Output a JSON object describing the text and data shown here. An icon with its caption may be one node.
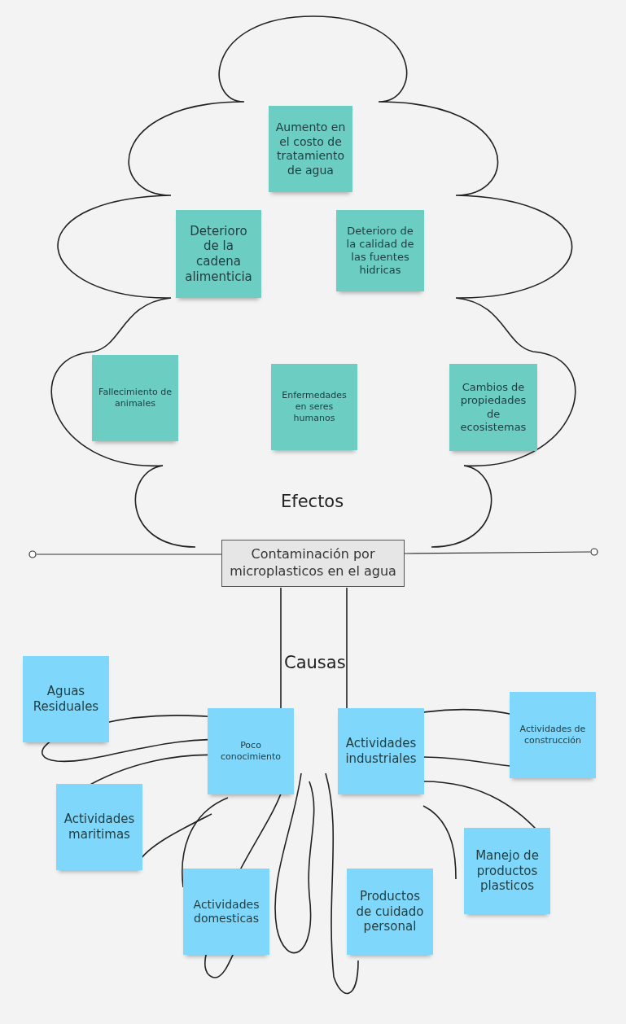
{
  "diagram": {
    "nodes": [
      {
        "text": [
          "Aumento en el costo de tratamiento de agua"
        ]
      },
      {
        "text": [
          "Deterioro de la cadena alimenticia"
        ]
      },
      {
        "text": [
          "Deterioro de la calidad de las fuentes hidricas"
        ]
      },
      {
        "text": [
          "Fallecimiento de animales"
        ]
      },
      {
        "text": [
          "Enfermedades en seres humanos"
        ]
      },
      {
        "text": [
          "Cambios de propiedades de ecosistemas"
        ]
      },
      {
        "text": [
          "Contaminación por microplasticos en el agua"
        ]
      },
      {
        "text": [
          "Aguas Residuales"
        ]
      },
      {
        "text": [
          "Actividades de construcción"
        ]
      },
      {
        "text": [
          "Poco conocimiento"
        ]
      },
      {
        "text": [
          "Actividades industriales"
        ]
      },
      {
        "text": [
          "Actividades maritimas"
        ]
      },
      {
        "text": [
          "Manejo de productos plasticos"
        ]
      },
      {
        "text": [
          "Actividades domesticas"
        ]
      },
      {
        "text": [
          "Productos de cuidado personal"
        ]
      }
    ],
    "edges": [],
    "labels": [
      "Efectos",
      "Causas"
    ]
  }
}
